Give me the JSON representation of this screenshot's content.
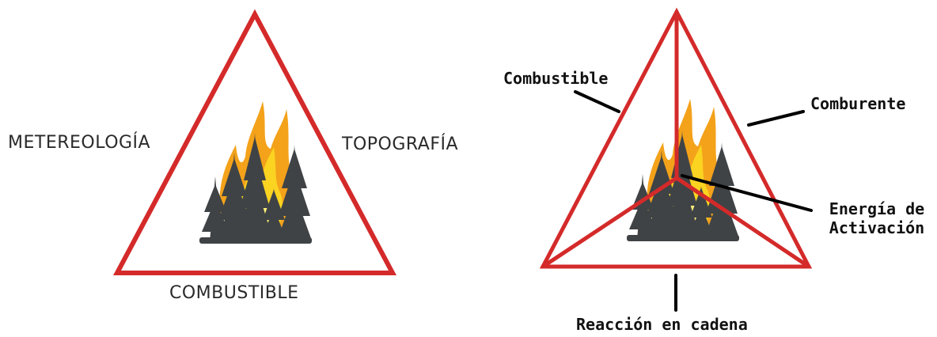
{
  "left_diagram": {
    "left_label": "METEREOLOGÍA",
    "right_label": "TOPOGRAFÍA",
    "bottom_label": "COMBUSTIBLE"
  },
  "right_diagram": {
    "top_left_label": "Combustible",
    "top_right_label": "Comburente",
    "center_label_line1": "Energía de",
    "center_label_line2": "Activación",
    "bottom_label": "Reacción en cadena"
  },
  "colors": {
    "triangle": "#d42a2a",
    "flame_outer": "#f3a21a",
    "flame_inner": "#fbd321",
    "tree": "#3f4346",
    "pointer": "#000000"
  }
}
